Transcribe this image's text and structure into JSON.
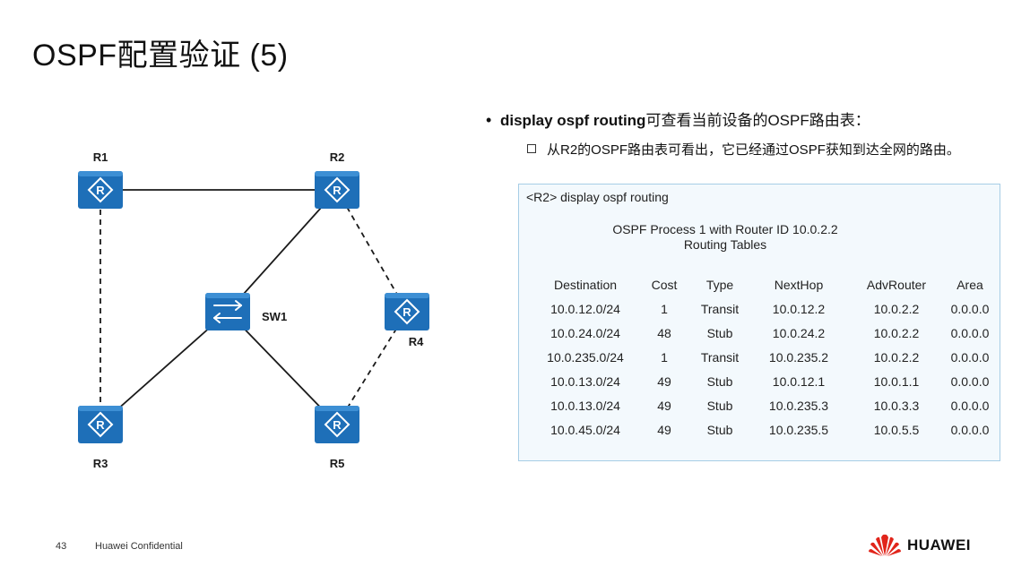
{
  "slide": {
    "title": "OSPF配置验证 (5)",
    "page_number": "43",
    "confidential": "Huawei Confidential",
    "logo_text": "HUAWEI"
  },
  "topology": {
    "nodes": [
      {
        "id": "R1",
        "label": "R1",
        "kind": "router-icon"
      },
      {
        "id": "R2",
        "label": "R2",
        "kind": "router-icon"
      },
      {
        "id": "R3",
        "label": "R3",
        "kind": "router-icon"
      },
      {
        "id": "R4",
        "label": "R4",
        "kind": "router-icon"
      },
      {
        "id": "R5",
        "label": "R5",
        "kind": "router-icon"
      },
      {
        "id": "SW1",
        "label": "SW1",
        "kind": "switch-icon"
      }
    ],
    "links": [
      {
        "from": "R1",
        "to": "R2",
        "style": "solid"
      },
      {
        "from": "R1",
        "to": "R3",
        "style": "dashed"
      },
      {
        "from": "R2",
        "to": "SW1",
        "style": "solid"
      },
      {
        "from": "R2",
        "to": "R4",
        "style": "dashed"
      },
      {
        "from": "SW1",
        "to": "R3",
        "style": "solid"
      },
      {
        "from": "SW1",
        "to": "R5",
        "style": "solid"
      },
      {
        "from": "R4",
        "to": "R5",
        "style": "dashed"
      }
    ],
    "icon_color": "#1e6fb8"
  },
  "bullets": {
    "main_cmd": "display ospf routing",
    "main_text": "可查看当前设备的OSPF路由表：",
    "sub_text": "从R2的OSPF路由表可看出，它已经通过OSPF获知到达全网的路由。"
  },
  "console": {
    "command": "<R2> display ospf routing",
    "process_line": "OSPF Process 1 with Router ID 10.0.2.2",
    "tables_line": "Routing Tables",
    "headers": [
      "Destination",
      "Cost",
      "Type",
      "NextHop",
      "AdvRouter",
      "Area"
    ],
    "rows": [
      [
        "10.0.12.0/24",
        "1",
        "Transit",
        "10.0.12.2",
        "10.0.2.2",
        "0.0.0.0"
      ],
      [
        "10.0.24.0/24",
        "48",
        "Stub",
        "10.0.24.2",
        "10.0.2.2",
        "0.0.0.0"
      ],
      [
        "10.0.235.0/24",
        "1",
        "Transit",
        "10.0.235.2",
        "10.0.2.2",
        "0.0.0.0"
      ],
      [
        "10.0.13.0/24",
        "49",
        "Stub",
        "10.0.12.1",
        "10.0.1.1",
        "0.0.0.0"
      ],
      [
        "10.0.13.0/24",
        "49",
        "Stub",
        "10.0.235.3",
        "10.0.3.3",
        "0.0.0.0"
      ],
      [
        "10.0.45.0/24",
        "49",
        "Stub",
        "10.0.235.5",
        "10.0.5.5",
        "0.0.0.0"
      ]
    ]
  }
}
